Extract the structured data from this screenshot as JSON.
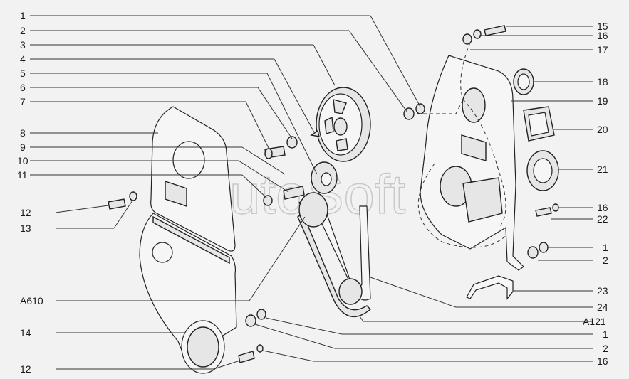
{
  "watermark": "AutoSoft",
  "callouts_left": [
    {
      "id": "l1",
      "text": "1",
      "x": 0,
      "y": 0
    },
    {
      "id": "l2",
      "text": "2"
    },
    {
      "id": "l3",
      "text": "3"
    },
    {
      "id": "l4",
      "text": "4"
    },
    {
      "id": "l5",
      "text": "5"
    },
    {
      "id": "l6",
      "text": "6"
    },
    {
      "id": "l7",
      "text": "7"
    },
    {
      "id": "l8",
      "text": "8"
    },
    {
      "id": "l9",
      "text": "9"
    },
    {
      "id": "l10",
      "text": "10"
    },
    {
      "id": "l11",
      "text": "11"
    },
    {
      "id": "l12a",
      "text": "12"
    },
    {
      "id": "l13",
      "text": "13"
    },
    {
      "id": "lA610",
      "text": "A610"
    },
    {
      "id": "l14",
      "text": "14"
    },
    {
      "id": "l12b",
      "text": "12"
    }
  ],
  "callouts_right": [
    {
      "id": "r15",
      "text": "15"
    },
    {
      "id": "r16a",
      "text": "16"
    },
    {
      "id": "r17",
      "text": "17"
    },
    {
      "id": "r18",
      "text": "18"
    },
    {
      "id": "r19",
      "text": "19"
    },
    {
      "id": "r20",
      "text": "20"
    },
    {
      "id": "r21",
      "text": "21"
    },
    {
      "id": "r16b",
      "text": "16"
    },
    {
      "id": "r22",
      "text": "22"
    },
    {
      "id": "r1",
      "text": "1"
    },
    {
      "id": "r2",
      "text": "2"
    },
    {
      "id": "r23",
      "text": "23"
    },
    {
      "id": "r24",
      "text": "24"
    },
    {
      "id": "rA121",
      "text": "A121"
    },
    {
      "id": "r1b",
      "text": "1"
    },
    {
      "id": "r2b",
      "text": "2"
    },
    {
      "id": "r16c",
      "text": "16"
    }
  ]
}
